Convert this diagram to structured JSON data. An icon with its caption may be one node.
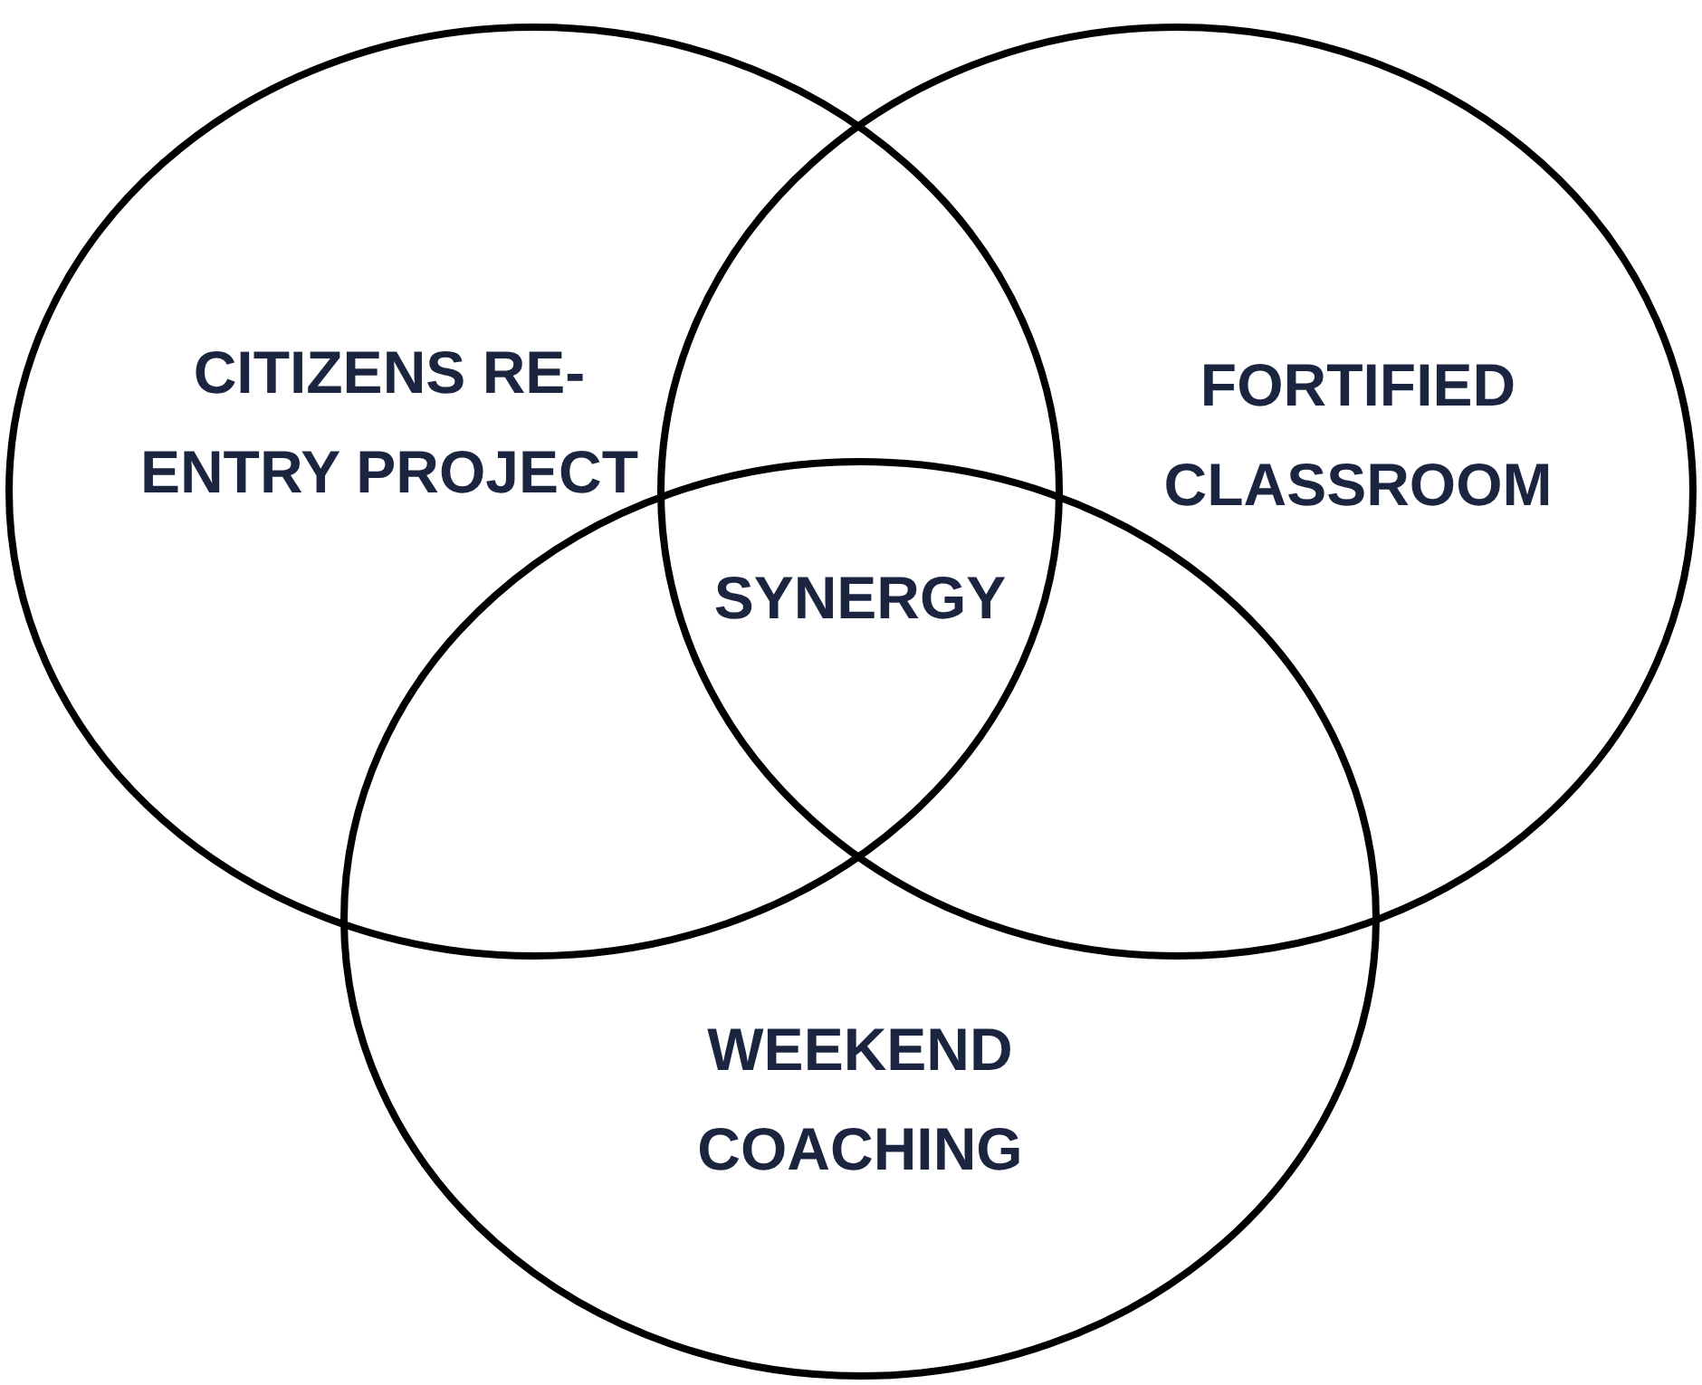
{
  "diagram": {
    "nodes": [
      {
        "text": [
          "CITIZENS RE- ENTRY PROJECT"
        ]
      },
      {
        "text": [
          "FORTIFIED CLASSROOM"
        ]
      },
      {
        "text": [
          "WEEKEND COACHING"
        ]
      }
    ],
    "labels": [
      "SYNERGY"
    ]
  }
}
